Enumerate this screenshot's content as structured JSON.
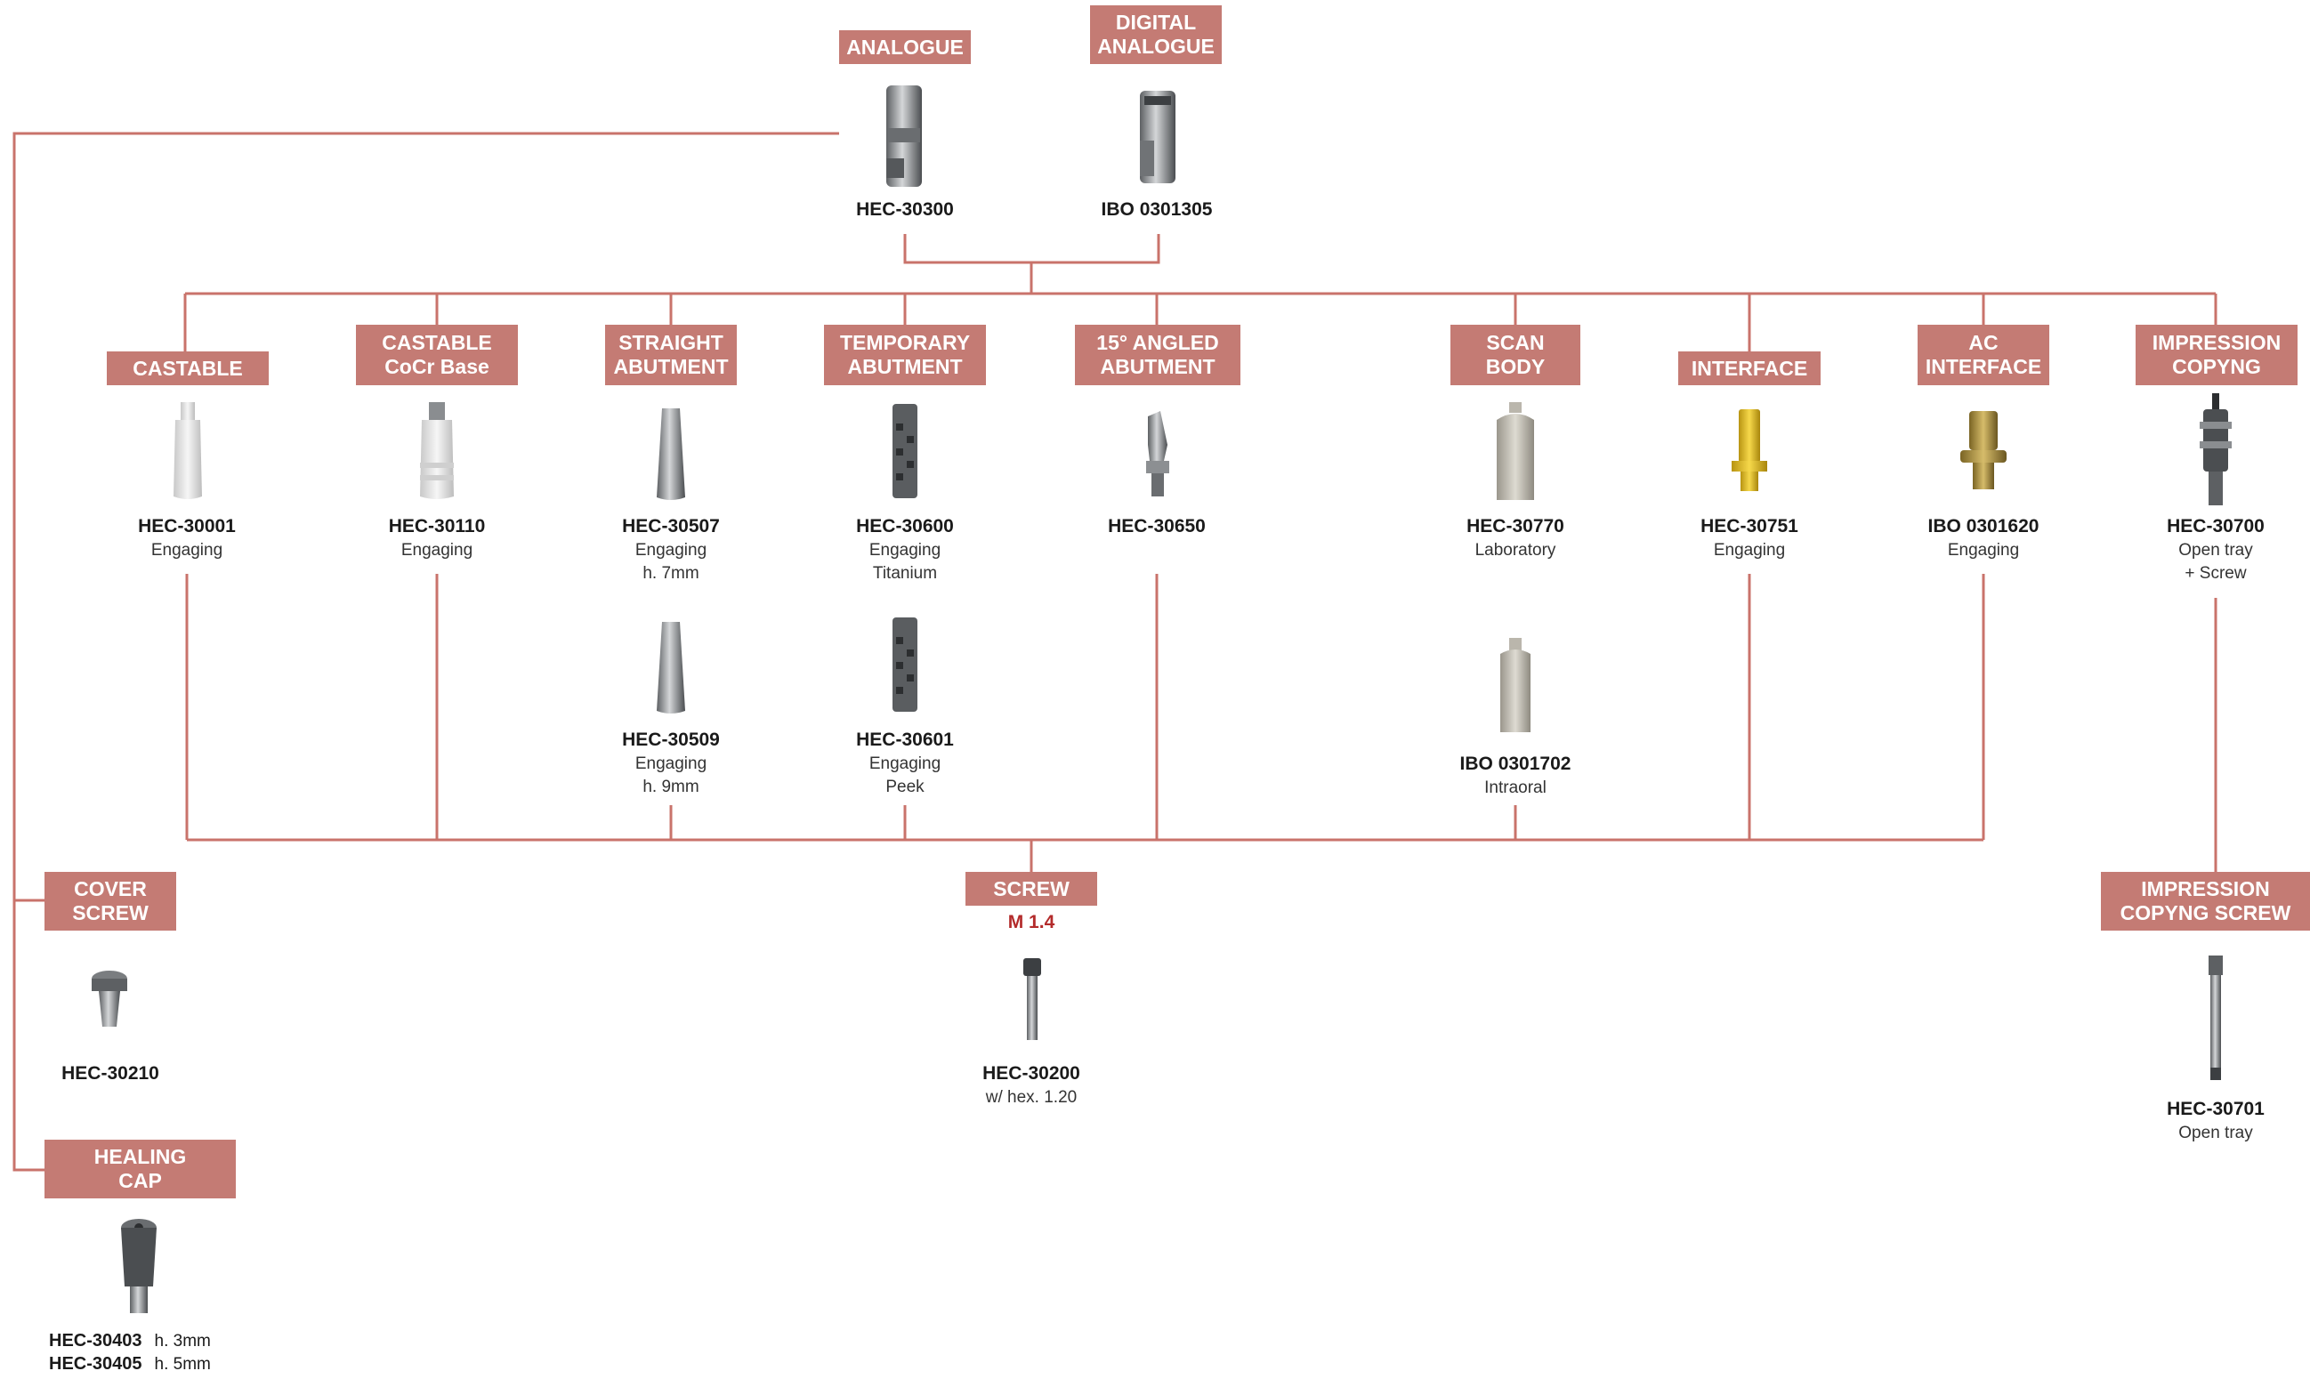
{
  "colors": {
    "label_bg": "#c47b74",
    "line": "#c9736b",
    "accent_text": "#b32b2b"
  },
  "analogue": {
    "label": "ANALOGUE",
    "code": "HEC-30300"
  },
  "digital_analogue": {
    "label_l1": "DIGITAL",
    "label_l2": "ANALOGUE",
    "code": "IBO 0301305"
  },
  "castable": {
    "label": "CASTABLE",
    "code": "HEC-30001",
    "desc": "Engaging"
  },
  "castable_cocr": {
    "label_l1": "CASTABLE",
    "label_l2": "CoCr Base",
    "code": "HEC-30110",
    "desc": "Engaging"
  },
  "straight": {
    "label_l1": "STRAIGHT",
    "label_l2": "ABUTMENT",
    "items": [
      {
        "code": "HEC-30507",
        "desc1": "Engaging",
        "desc2": "h. 7mm"
      },
      {
        "code": "HEC-30509",
        "desc1": "Engaging",
        "desc2": "h. 9mm"
      }
    ]
  },
  "temporary": {
    "label_l1": "TEMPORARY",
    "label_l2": "ABUTMENT",
    "items": [
      {
        "code": "HEC-30600",
        "desc1": "Engaging",
        "desc2": "Titanium"
      },
      {
        "code": "HEC-30601",
        "desc1": "Engaging",
        "desc2": "Peek"
      }
    ]
  },
  "angled": {
    "label_l1": "15° ANGLED",
    "label_l2": "ABUTMENT",
    "code": "HEC-30650"
  },
  "scan_body": {
    "label_l1": "SCAN",
    "label_l2": "BODY",
    "items": [
      {
        "code": "HEC-30770",
        "desc": "Laboratory"
      },
      {
        "code": "IBO 0301702",
        "desc": "Intraoral"
      }
    ]
  },
  "interface": {
    "label": "INTERFACE",
    "code": "HEC-30751",
    "desc": "Engaging"
  },
  "ac_interface": {
    "label_l1": "AC",
    "label_l2": "INTERFACE",
    "code": "IBO 0301620",
    "desc": "Engaging"
  },
  "impression_copyng": {
    "label_l1": "IMPRESSION",
    "label_l2": "COPYNG",
    "code": "HEC-30700",
    "desc1": "Open tray",
    "desc2": "+ Screw"
  },
  "cover_screw": {
    "label_l1": "COVER",
    "label_l2": "SCREW",
    "code": "HEC-30210"
  },
  "screw": {
    "label": "SCREW",
    "thread": "M 1.4",
    "code": "HEC-30200",
    "desc": "w/ hex. 1.20"
  },
  "impression_screw": {
    "label_l1": "IMPRESSION",
    "label_l2": "COPYNG SCREW",
    "code": "HEC-30701",
    "desc": "Open tray"
  },
  "healing_cap": {
    "label_l1": "HEALING",
    "label_l2": "CAP",
    "items": [
      {
        "code": "HEC-30403",
        "height": "h. 3mm"
      },
      {
        "code": "HEC-30405",
        "height": "h. 5mm"
      }
    ]
  }
}
